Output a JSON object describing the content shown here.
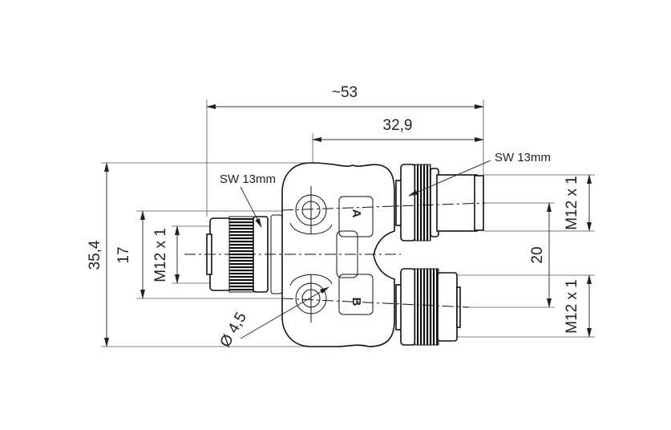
{
  "dimensions": {
    "overall_length": "~53",
    "offset_length": "32,9",
    "overall_height": "35,4",
    "left_height": "17",
    "left_thread": "M12 x 1",
    "right_top_thread": "M12 x 1",
    "right_bottom_thread": "M12 x 1",
    "port_spacing": "20",
    "hole_diameter": "Ø 4,5"
  },
  "labels": {
    "wrench_left": "SW 13mm",
    "wrench_right": "SW 13mm",
    "port_a": "A",
    "port_b": "B"
  }
}
